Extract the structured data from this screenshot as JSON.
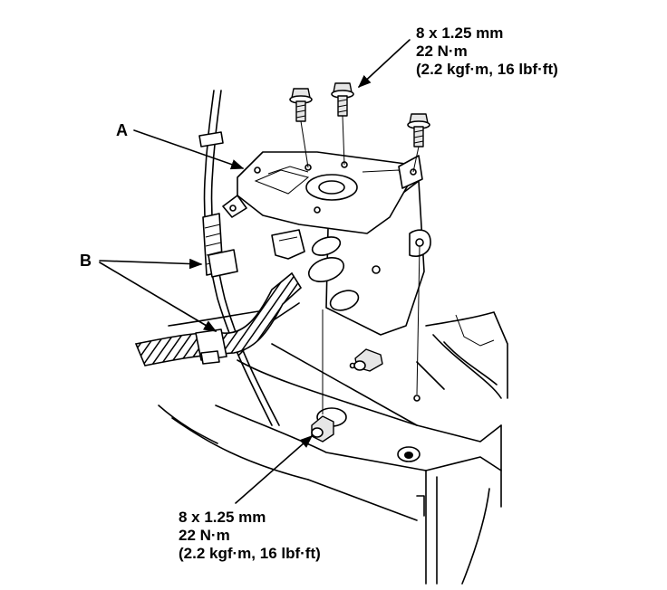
{
  "callouts": {
    "a": "A",
    "b": "B"
  },
  "torque_spec_top": {
    "line1": "8 x 1.25 mm",
    "line2": "22 N·m",
    "line3": "(2.2 kgf·m, 16 lbf·ft)"
  },
  "torque_spec_bottom": {
    "line1": "8 x 1.25 mm",
    "line2": "22 N·m",
    "line3": "(2.2 kgf·m, 16 lbf·ft)"
  },
  "colors": {
    "ink": "#000000",
    "paper": "#ffffff"
  }
}
